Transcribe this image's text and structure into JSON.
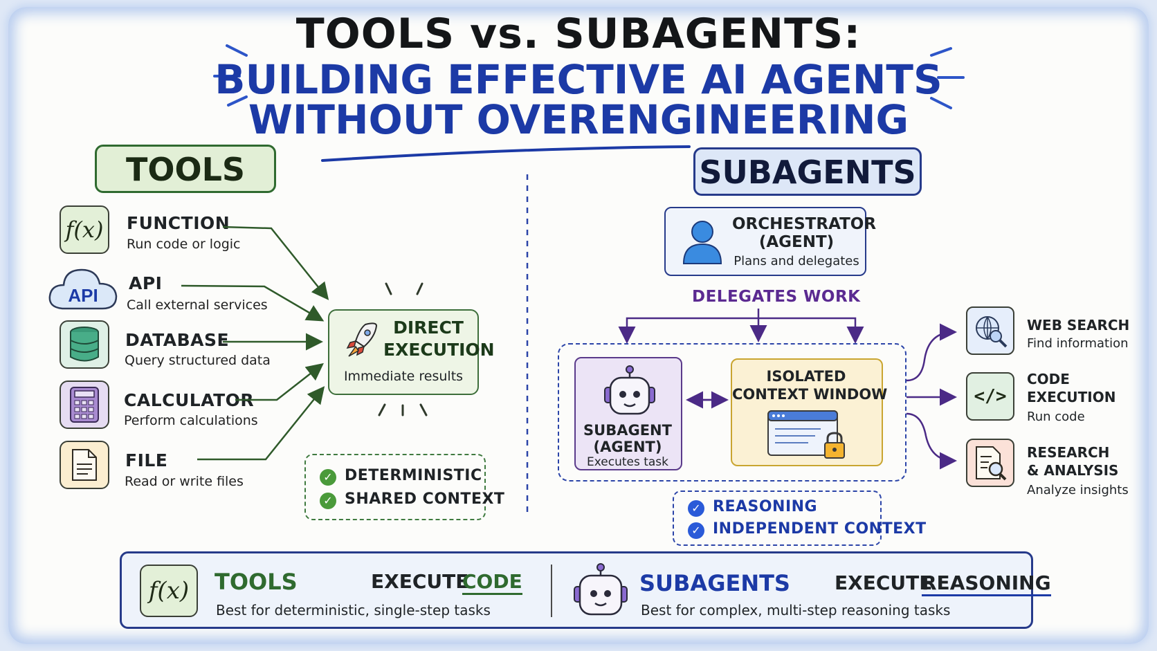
{
  "title": {
    "line1": "TOOLS vs. SUBAGENTS:",
    "line2": "BUILDING EFFECTIVE AI AGENTS",
    "line3": "WITHOUT OVERENGINEERING"
  },
  "tools": {
    "heading": "TOOLS",
    "items": [
      {
        "icon": "function-icon",
        "icon_text": "f(x)",
        "label": "FUNCTION",
        "desc": "Run code or logic"
      },
      {
        "icon": "api-cloud-icon",
        "icon_text": "API",
        "label": "API",
        "desc": "Call external services"
      },
      {
        "icon": "database-icon",
        "label": "DATABASE",
        "desc": "Query structured data"
      },
      {
        "icon": "calculator-icon",
        "label": "CALCULATOR",
        "desc": "Perform calculations"
      },
      {
        "icon": "file-icon",
        "label": "FILE",
        "desc": "Read or write files"
      }
    ],
    "direct": {
      "line1": "DIRECT",
      "line2": "EXECUTION",
      "desc": "Immediate results",
      "icon": "rocket-icon"
    },
    "checks": [
      "DETERMINISTIC",
      "SHARED CONTEXT"
    ]
  },
  "subagents": {
    "heading": "SUBAGENTS",
    "orchestrator": {
      "line1": "ORCHESTRATOR",
      "line2": "(AGENT)",
      "desc": "Plans and delegates",
      "icon": "user-icon"
    },
    "delegates_label": "DELEGATES WORK",
    "subagent": {
      "line1": "SUBAGENT",
      "line2": "(AGENT)",
      "desc": "Executes task",
      "icon": "robot-icon"
    },
    "isolated": {
      "line1": "ISOLATED",
      "line2": "CONTEXT WINDOW",
      "icon": "locked-window-icon"
    },
    "checks": [
      "REASONING",
      "INDEPENDENT CONTEXT"
    ],
    "capabilities": [
      {
        "icon": "web-search-icon",
        "line1": "WEB SEARCH",
        "line2": "",
        "desc": "Find information"
      },
      {
        "icon": "code-icon",
        "line1": "CODE",
        "line2": "EXECUTION",
        "desc": "Run code"
      },
      {
        "icon": "research-icon",
        "line1": "RESEARCH",
        "line2": "& ANALYSIS",
        "desc": "Analyze insights"
      }
    ]
  },
  "summary": {
    "tools_label": "TOOLS",
    "tools_result_a": "EXECUTE",
    "tools_result_b": "CODE",
    "tools_desc": "Best for deterministic, single-step tasks",
    "sub_label": "SUBAGENTS",
    "sub_result_a": "EXECUTE",
    "sub_result_b": "REASONING",
    "sub_desc": "Best for complex, multi-step reasoning tasks"
  },
  "colors": {
    "navy": "#1c3aa6",
    "green": "#2f6a2f",
    "purple": "#5b2a91",
    "gold": "#c9a530"
  }
}
